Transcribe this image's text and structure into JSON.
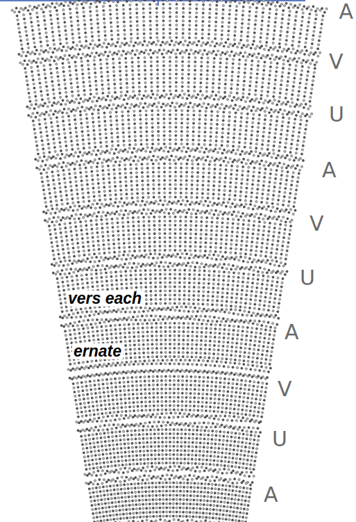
{
  "diagram": {
    "labels": [
      "A",
      "V",
      "U",
      "A",
      "V",
      "U",
      "A",
      "V",
      "U",
      "A",
      "vers each",
      "ernate"
    ]
  }
}
